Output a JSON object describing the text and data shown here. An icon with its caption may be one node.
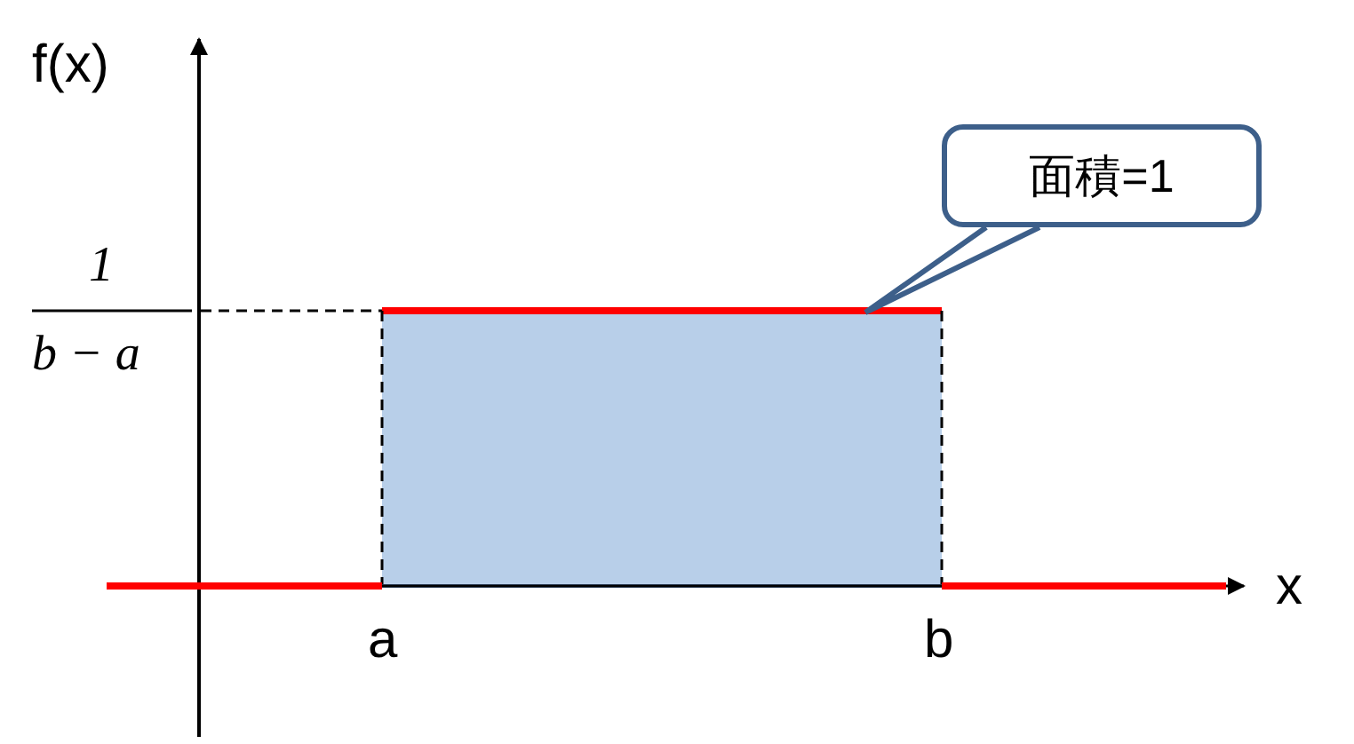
{
  "diagram": {
    "nodes": [
      {
        "text": [
          "面積=1"
        ]
      },
      {
        "text": [],
        "shape": "box"
      }
    ],
    "edges": [
      {
        "from": 0,
        "to": 1,
        "arrow": "none"
      }
    ],
    "labels": [
      "f(x)",
      "1",
      "b − a",
      "x",
      "a",
      "b"
    ]
  }
}
